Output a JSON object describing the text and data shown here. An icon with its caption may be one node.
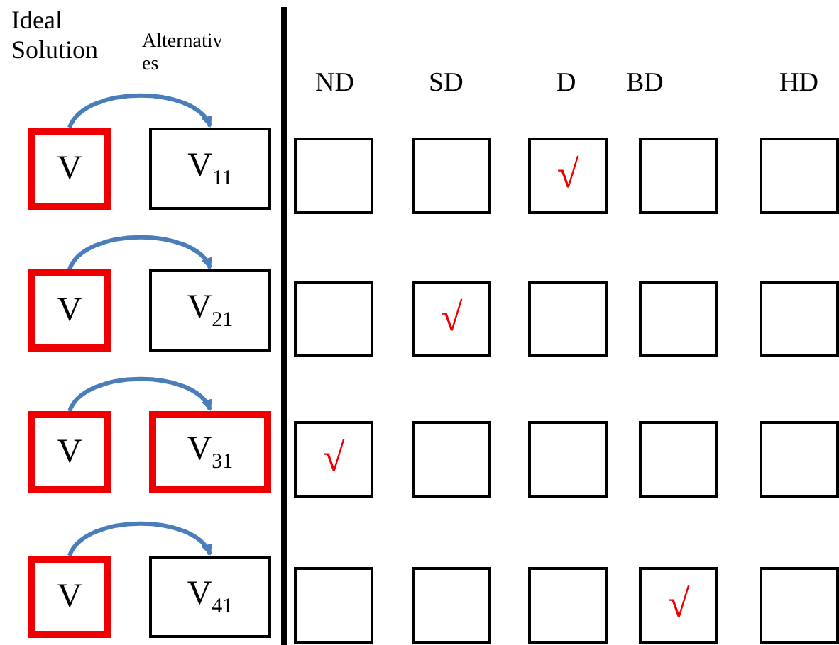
{
  "diagram": {
    "nodes": [
      {
        "text": [
          "V"
        ]
      },
      {
        "text": [
          "V$_{11}$"
        ]
      },
      {
        "text": [],
        "shape": "box"
      },
      {
        "text": [],
        "shape": "box"
      },
      {
        "text": [
          "√"
        ]
      },
      {
        "text": [],
        "shape": "box"
      },
      {
        "text": [],
        "shape": "box"
      },
      {
        "text": [
          "V"
        ]
      },
      {
        "text": [
          "V$_{21}$"
        ]
      },
      {
        "text": [],
        "shape": "box"
      },
      {
        "text": [
          "√"
        ]
      },
      {
        "text": [],
        "shape": "box"
      },
      {
        "text": [],
        "shape": "box"
      },
      {
        "text": [],
        "shape": "box"
      },
      {
        "text": [
          "V"
        ]
      },
      {
        "text": [
          "V$_{31}$"
        ]
      },
      {
        "text": [
          "√"
        ]
      },
      {
        "text": [],
        "shape": "box"
      },
      {
        "text": [],
        "shape": "box"
      },
      {
        "text": [],
        "shape": "box"
      },
      {
        "text": [],
        "shape": "box"
      },
      {
        "text": [
          "V"
        ]
      },
      {
        "text": [
          "V$_{41}$"
        ]
      },
      {
        "text": [],
        "shape": "box"
      },
      {
        "text": [],
        "shape": "box"
      },
      {
        "text": [],
        "shape": "box"
      },
      {
        "text": [
          "√"
        ]
      },
      {
        "text": [],
        "shape": "box"
      }
    ],
    "edges": [
      {
        "from": 0,
        "to": 1,
        "arrow": "to"
      },
      {
        "from": 7,
        "to": 8,
        "arrow": "to"
      },
      {
        "from": 14,
        "to": 15,
        "arrow": "to"
      },
      {
        "from": 21,
        "to": 22,
        "arrow": "to"
      }
    ],
    "labels": [
      "Ideal Solution",
      "Alternatives",
      "ND",
      "SD",
      "D",
      "BD",
      "HD"
    ]
  }
}
